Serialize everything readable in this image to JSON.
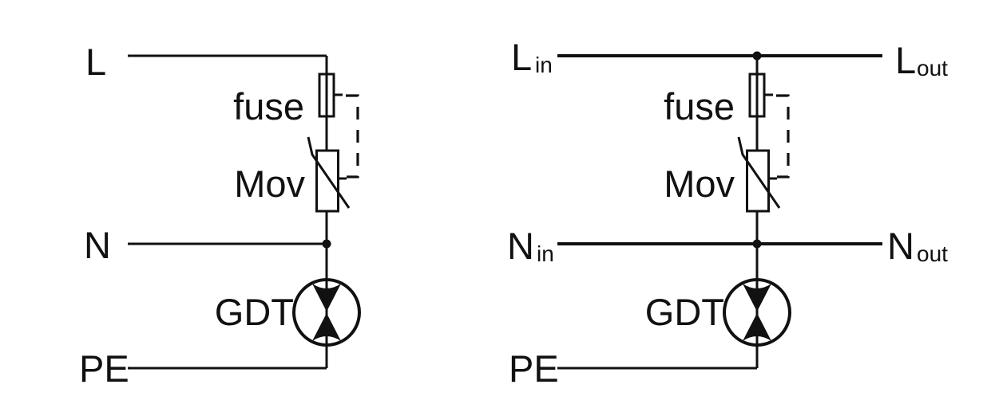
{
  "colors": {
    "ink": "#111111",
    "background": "#ffffff"
  },
  "left_circuit": {
    "terminal_l": "L",
    "terminal_n": "N",
    "terminal_pe": "PE",
    "fuse_label": "fuse",
    "mov_label": "Mov",
    "gdt_label": "GDT"
  },
  "right_circuit": {
    "terminal_l_in_base": "L",
    "terminal_l_in_sub": "in",
    "terminal_l_out_base": "L",
    "terminal_l_out_sub": "out",
    "terminal_n_in_base": "N",
    "terminal_n_in_sub": "in",
    "terminal_n_out_base": "N",
    "terminal_n_out_sub": "out",
    "terminal_pe": "PE",
    "fuse_label": "fuse",
    "mov_label": "Mov",
    "gdt_label": "GDT"
  }
}
